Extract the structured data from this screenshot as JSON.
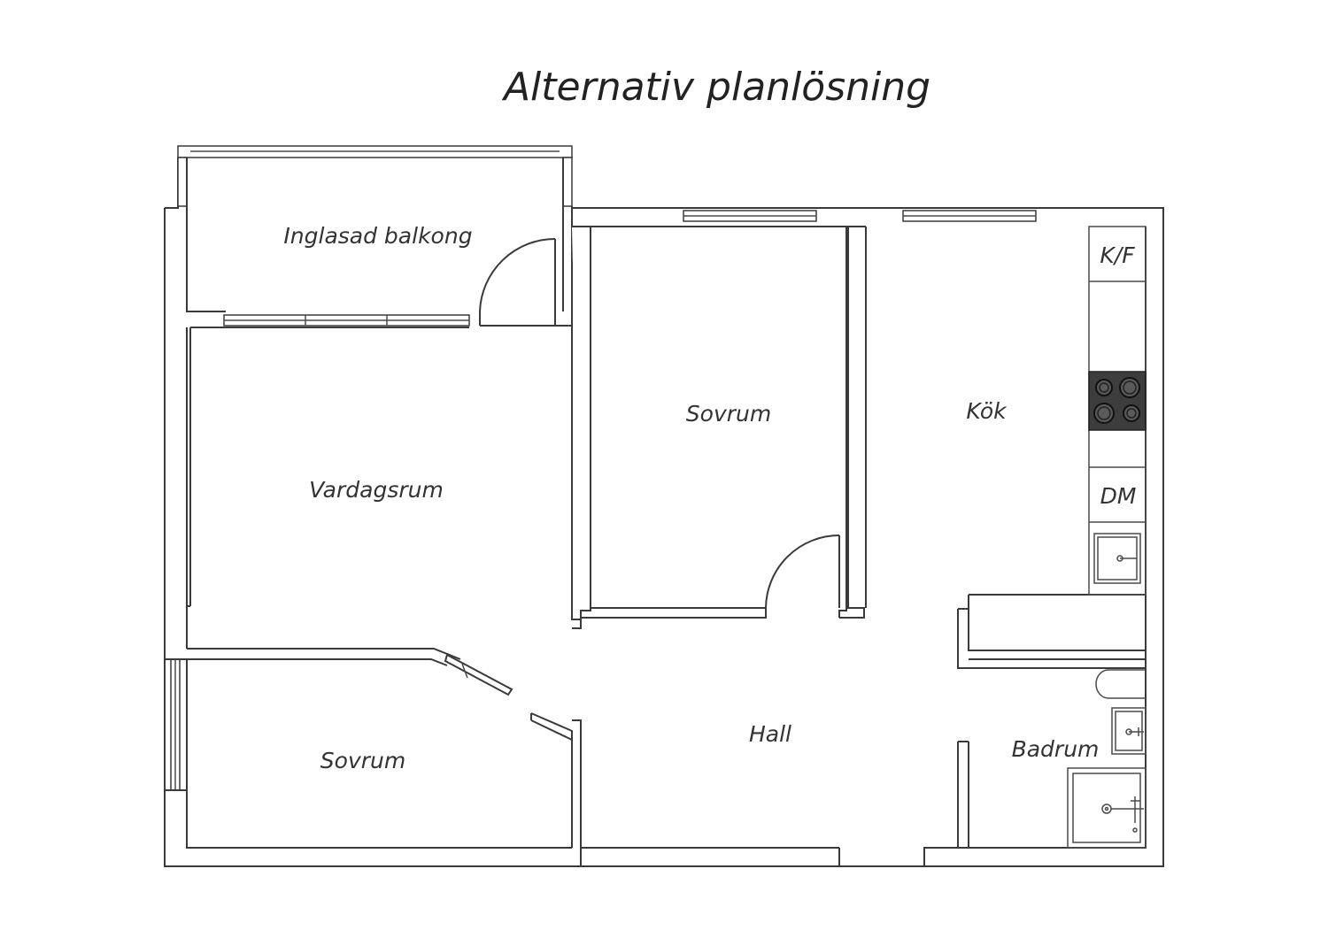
{
  "title": "Alternativ planlösning",
  "rooms": {
    "balcony": "Inglasad balkong",
    "living_room": "Vardagsrum",
    "bedroom_upper": "Sovrum",
    "kitchen": "Kök",
    "bedroom_lower": "Sovrum",
    "hall": "Hall",
    "bathroom": "Badrum"
  },
  "appliances": {
    "fridge_freezer": "K/F",
    "dishwasher": "DM"
  }
}
